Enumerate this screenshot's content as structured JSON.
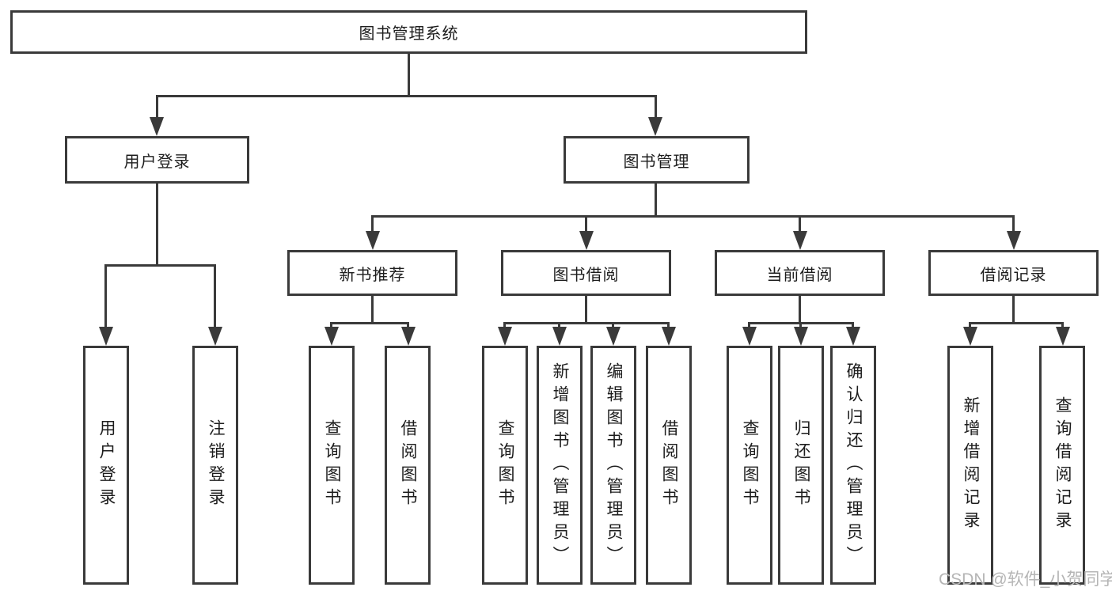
{
  "diagram": {
    "root": {
      "label": "图书管理系统"
    },
    "level2": [
      {
        "label": "用户登录"
      },
      {
        "label": "图书管理"
      }
    ],
    "level3": [
      {
        "label": "新书推荐"
      },
      {
        "label": "图书借阅"
      },
      {
        "label": "当前借阅"
      },
      {
        "label": "借阅记录"
      }
    ],
    "leaves": {
      "user": [
        "用户登录",
        "注销登录"
      ],
      "recommend": [
        "查询图书",
        "借阅图书"
      ],
      "borrow": [
        "查询图书",
        "新增图书（管理员）",
        "编辑图书（管理员）",
        "借阅图书"
      ],
      "current": [
        "查询图书",
        "归还图书",
        "确认归还（管理员）"
      ],
      "records": [
        "新增借阅记录",
        "查询借阅记录"
      ]
    }
  },
  "watermark": {
    "text": "CSDN @软件_小贺同学"
  },
  "colors": {
    "line": "#3a3a3a",
    "text": "#1d1d1d",
    "watermark": "#b5b5b5"
  }
}
